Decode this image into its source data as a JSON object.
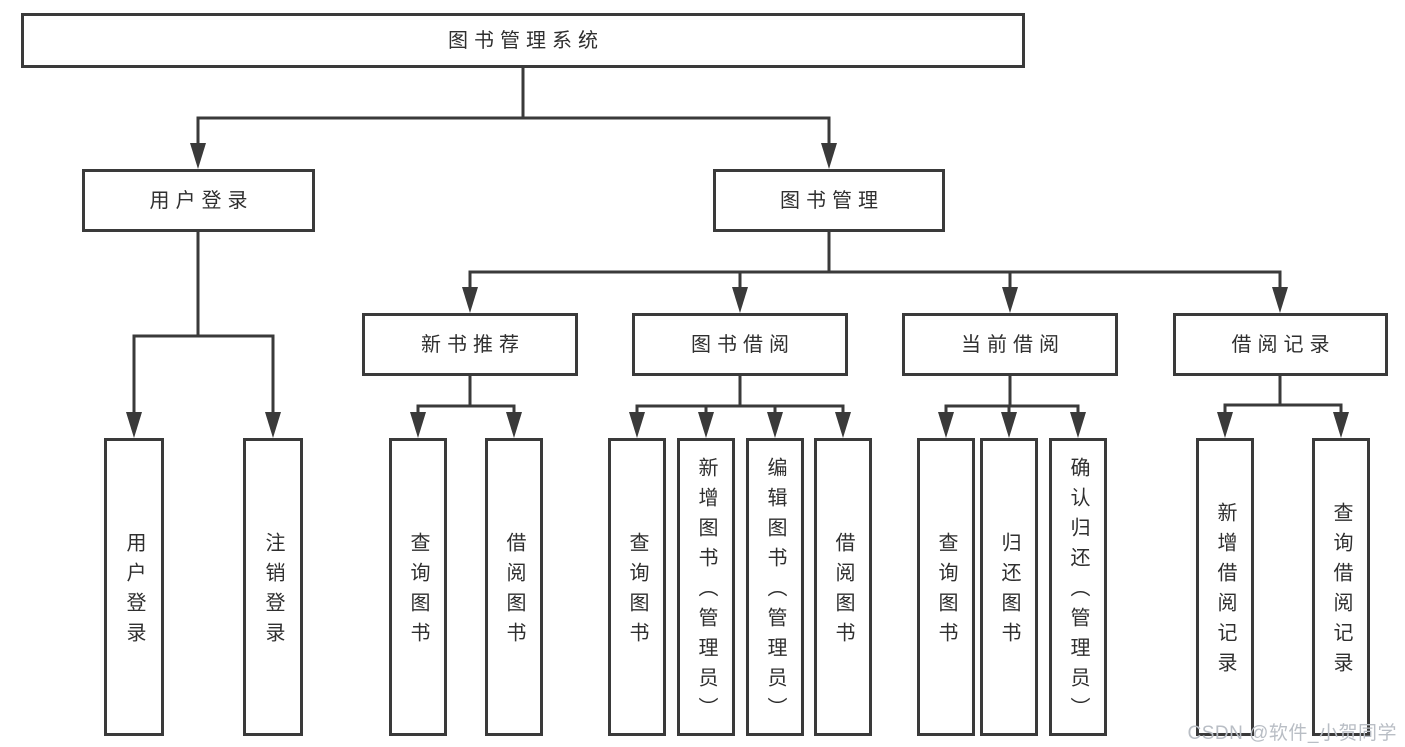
{
  "diagram": {
    "root": {
      "label": "图书管理系统",
      "children": [
        {
          "label": "用户登录",
          "children": [
            {
              "label": "用户登录"
            },
            {
              "label": "注销登录"
            }
          ]
        },
        {
          "label": "图书管理",
          "children": [
            {
              "label": "新书推荐",
              "children": [
                {
                  "label": "查询图书"
                },
                {
                  "label": "借阅图书"
                }
              ]
            },
            {
              "label": "图书借阅",
              "children": [
                {
                  "label": "查询图书"
                },
                {
                  "label": "新增图书（管理员）"
                },
                {
                  "label": "编辑图书（管理员）"
                },
                {
                  "label": "借阅图书"
                }
              ]
            },
            {
              "label": "当前借阅",
              "children": [
                {
                  "label": "查询图书"
                },
                {
                  "label": "归还图书"
                },
                {
                  "label": "确认归还（管理员）"
                }
              ]
            },
            {
              "label": "借阅记录",
              "children": [
                {
                  "label": "新增借阅记录"
                },
                {
                  "label": "查询借阅记录"
                }
              ]
            }
          ]
        }
      ]
    }
  },
  "watermark": {
    "text": "CSDN @软件_小贺同学"
  },
  "colors": {
    "line": "#3a3a3a",
    "text": "#2f2f2f",
    "watermark": "#b9bec5",
    "background": "#ffffff"
  }
}
